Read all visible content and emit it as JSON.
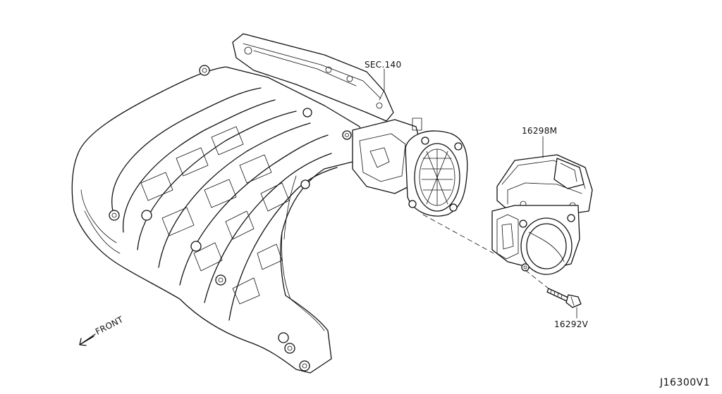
{
  "labels": {
    "sec_ref": "SEC.140",
    "throttle_body": "16298M",
    "bolt": "16292V",
    "front": "FRONT",
    "diagram_code": "J16300V1"
  },
  "parts": [
    {
      "name": "intake-manifold",
      "icon": "intake-manifold-drawing"
    },
    {
      "name": "throttle-body",
      "icon": "throttle-body-drawing"
    },
    {
      "name": "bolt",
      "icon": "bolt-drawing"
    }
  ]
}
